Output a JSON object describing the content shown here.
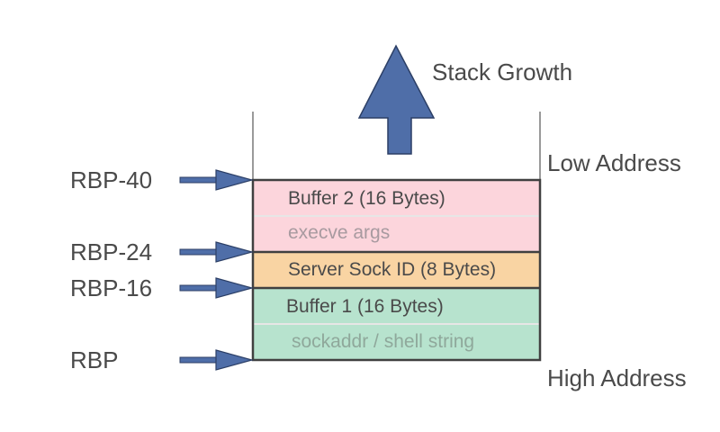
{
  "growth": {
    "label": "Stack Growth"
  },
  "addresses": {
    "low": "Low Address",
    "high": "High Address"
  },
  "pointers": {
    "rbp_40": "RBP-40",
    "rbp_24": "RBP-24",
    "rbp_16": "RBP-16",
    "rbp": "RBP"
  },
  "cells": {
    "buffer2": {
      "title": "Buffer 2 (16 Bytes)",
      "subtitle": "execve args",
      "color": "#fcd5dc",
      "title_color": "#4a4a4a",
      "subtitle_color": "#a89aa0"
    },
    "sock": {
      "title": "Server Sock ID (8 Bytes)",
      "color": "#f9d4a3",
      "title_color": "#4a4a4a"
    },
    "buffer1": {
      "title": "Buffer 1 (16 Bytes)",
      "subtitle": "sockaddr / shell string",
      "color": "#b7e3ce",
      "title_color": "#4a4a4a",
      "subtitle_color": "#8fa89b"
    }
  },
  "colors": {
    "arrow": "#4f6ea8",
    "arrow_outline": "#2c3f66",
    "border": "#404040",
    "wall": "#9a9a9a",
    "divider": "#e6e6e6"
  }
}
